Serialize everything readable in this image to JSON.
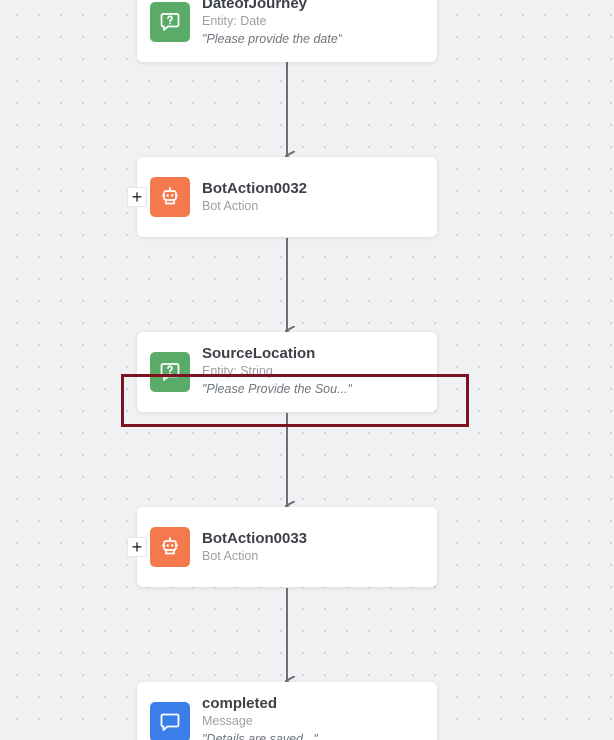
{
  "nodes": [
    {
      "title": "DateofJourney",
      "subtitle": "Entity: Date",
      "prompt": "\"Please provide the date\"",
      "icon": "entity-prompt-icon",
      "color": "#5aab68"
    },
    {
      "title": "BotAction0032",
      "subtitle": "Bot Action",
      "icon": "bot-action-icon",
      "color": "#f47a4d",
      "expand": "+"
    },
    {
      "title": "SourceLocation",
      "subtitle": "Entity: String",
      "prompt": "\"Please Provide the Sou...\"",
      "icon": "entity-prompt-icon",
      "color": "#5aab68"
    },
    {
      "title": "BotAction0033",
      "subtitle": "Bot Action",
      "icon": "bot-action-icon",
      "color": "#f47a4d",
      "expand": "+"
    },
    {
      "title": "completed",
      "subtitle": "Message",
      "prompt": "\"Details are saved...\"",
      "icon": "message-icon",
      "color": "#3b7de9"
    }
  ],
  "highlight_color": "#7d1223"
}
